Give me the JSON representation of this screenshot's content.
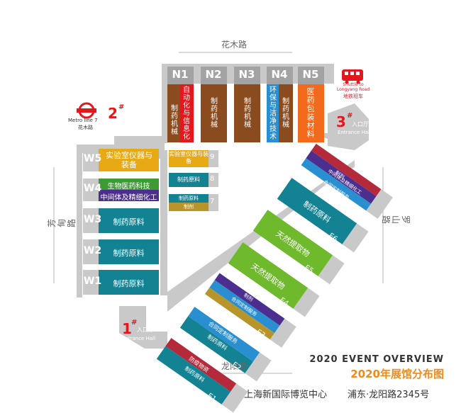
{
  "roads": {
    "north": "花木路",
    "south": "龙阳路",
    "west": "芳甸路",
    "east": "罗山路"
  },
  "metro": {
    "line_label": "Metro line 7",
    "station_label": "花木路"
  },
  "shuttle": {
    "label_en": "Shuttle to Longyang Road",
    "label_cn": "地铁班车"
  },
  "entrances": [
    {
      "number": "2",
      "mark": "#",
      "label_cn": "入口厅",
      "label_en": "Entrance Hall"
    },
    {
      "number": "3",
      "mark": "#",
      "label_cn": "入口厅",
      "label_en": "Entrance Hall"
    },
    {
      "number": "1",
      "mark": "#",
      "label_cn": "入口厅",
      "label_en": "Entrance Hall"
    }
  ],
  "north_halls": [
    {
      "id": "N1",
      "color": "#8a4b1f",
      "sections": [
        {
          "text": "自动化与信息化",
          "color": "#e3171c"
        },
        {
          "text": "制药机械",
          "color": "#8a4b1f"
        }
      ]
    },
    {
      "id": "N2",
      "color": "#8a4b1f",
      "sections": [
        {
          "text": "制药机械",
          "color": "#8a4b1f"
        }
      ]
    },
    {
      "id": "N3",
      "color": "#8a4b1f",
      "sections": [
        {
          "text": "制药机械",
          "color": "#8a4b1f"
        }
      ]
    },
    {
      "id": "N4",
      "color": "#8a4b1f",
      "sections": [
        {
          "text": "环保与洁净技术",
          "color": "#2a8fd0"
        },
        {
          "text": "制药机械",
          "color": "#8a4b1f"
        }
      ]
    },
    {
      "id": "N5",
      "color": "#f26b1d",
      "sections": [
        {
          "text": "医药包装材料",
          "color": "#f26b1d"
        }
      ]
    }
  ],
  "west_halls": [
    {
      "id": "W5",
      "sections": [
        {
          "text": "实验室仪器与装备",
          "color": "#e8aa14"
        }
      ]
    },
    {
      "id": "W4",
      "sections": [
        {
          "text": "生物医药科技",
          "color": "#3d9a35"
        },
        {
          "text": "中间体及精细化工",
          "color": "#4b2e8e"
        }
      ]
    },
    {
      "id": "W3",
      "sections": [
        {
          "text": "制药原料",
          "color": "#138293"
        }
      ]
    },
    {
      "id": "W2",
      "sections": [
        {
          "text": "制药原料",
          "color": "#138293"
        }
      ]
    },
    {
      "id": "W1",
      "sections": [
        {
          "text": "制药原料",
          "color": "#138293"
        }
      ]
    }
  ],
  "small_halls": [
    {
      "id": "9",
      "sections": [
        {
          "text": "实验室仪器与装备",
          "color": "#e8aa14"
        }
      ]
    },
    {
      "id": "8",
      "sections": [
        {
          "text": "制药原料",
          "color": "#138293"
        }
      ]
    },
    {
      "id": "7",
      "sections": [
        {
          "text": "制药原料",
          "color": "#138293"
        },
        {
          "text": "制剂",
          "color": "#b8952a"
        }
      ]
    }
  ],
  "east_halls": [
    {
      "id": "E7",
      "sections": [
        {
          "text": "制剂",
          "color": "#b52a3a"
        },
        {
          "text": "中间体及精细化工",
          "color": "#4b2e8e"
        },
        {
          "text": "合同定制服务",
          "color": "#2a8fd0"
        }
      ]
    },
    {
      "id": "E6",
      "sections": [
        {
          "text": "制药原料",
          "color": "#138293"
        }
      ]
    },
    {
      "id": "E5",
      "sections": [
        {
          "text": "天然提取物",
          "color": "#6fb92c"
        }
      ]
    },
    {
      "id": "E4",
      "sections": [
        {
          "text": "天然提取物",
          "color": "#6fb92c"
        }
      ]
    },
    {
      "id": "E3",
      "sections": [
        {
          "text": "制剂",
          "color": "#4b2e8e"
        },
        {
          "text": "合同定制服务",
          "color": "#2a8fd0"
        },
        {
          "text": "",
          "color": "#b8952a"
        }
      ]
    },
    {
      "id": "E2",
      "sections": [
        {
          "text": "合同定制服务",
          "color": "#2a8fd0"
        },
        {
          "text": "制药原料",
          "color": "#138293"
        }
      ]
    },
    {
      "id": "E1",
      "sections": [
        {
          "text": "防疫物资",
          "color": "#b52a3a"
        },
        {
          "text": "制药原料",
          "color": "#138293"
        }
      ]
    }
  ],
  "footer": {
    "overview_en": "2020 EVENT OVERVIEW",
    "overview_cn": "2020年展馆分布图",
    "venue": "上海新国际博览中心",
    "address": "浦东·龙阳路2345号"
  },
  "colors": {
    "corridor": "#c9c9c9",
    "hall_number_box": "#a3a3a3",
    "road_line": "#b5b5b5",
    "accent_red": "#e3171c",
    "accent_orange": "#ef8a1b"
  }
}
